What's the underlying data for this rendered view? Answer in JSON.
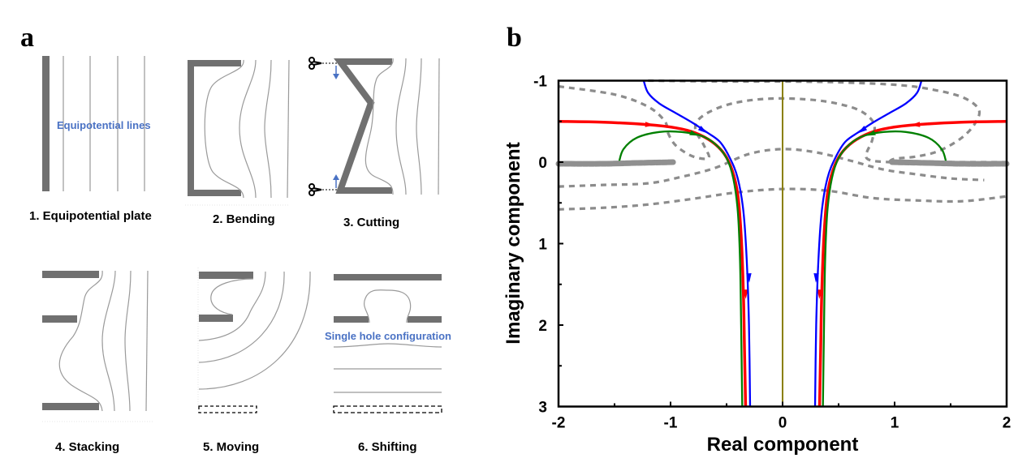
{
  "panel_a": {
    "letter": "a",
    "annotations": {
      "equipotential_lines": "Equipotential lines",
      "single_hole": "Single hole configuration"
    },
    "steps": [
      {
        "label": "1.  Equipotential plate"
      },
      {
        "label": "2. Bending"
      },
      {
        "label": "3. Cutting"
      },
      {
        "label": "4. Stacking"
      },
      {
        "label": "5. Moving"
      },
      {
        "label": "6. Shifting"
      }
    ],
    "colors": {
      "plate": "#707070",
      "line": "#9a9a9a",
      "note": "#4a72c4"
    }
  },
  "panel_b": {
    "letter": "b"
  },
  "chart_data": {
    "type": "line",
    "title": "",
    "xlabel": "Real component",
    "ylabel": "Imaginary component",
    "xlim": [
      -2,
      2
    ],
    "ylim": [
      -1,
      3
    ],
    "y_inverted": true,
    "x_ticks": [
      "-2",
      "-1",
      "0",
      "1",
      "2"
    ],
    "y_ticks": [
      "-1",
      "0",
      "1",
      "2",
      "3"
    ],
    "x_tick_values": [
      -2,
      -1,
      0,
      1,
      2
    ],
    "y_tick_values": [
      -1,
      0,
      1,
      2,
      3
    ],
    "grid": false,
    "legend": "none",
    "series": [
      {
        "name": "red-trajectory",
        "color": "#ff0000",
        "style": "solid",
        "mirror": true,
        "points": [
          [
            -2,
            -0.5
          ],
          [
            -1.6,
            -0.49
          ],
          [
            -1.2,
            -0.46
          ],
          [
            -0.95,
            -0.42
          ],
          [
            -0.78,
            -0.36
          ],
          [
            -0.63,
            -0.25
          ],
          [
            -0.52,
            -0.1
          ],
          [
            -0.45,
            0.1
          ],
          [
            -0.4,
            0.4
          ],
          [
            -0.37,
            0.9
          ],
          [
            -0.35,
            1.6
          ],
          [
            -0.34,
            2.3
          ],
          [
            -0.33,
            3
          ]
        ],
        "arrows_at": [
          [
            -1.2,
            -0.46
          ],
          [
            -0.33,
            1.6
          ]
        ]
      },
      {
        "name": "blue-trajectory",
        "color": "#0000ff",
        "style": "solid",
        "mirror": true,
        "points": [
          [
            -1.24,
            -1
          ],
          [
            -1.2,
            -0.85
          ],
          [
            -1.1,
            -0.72
          ],
          [
            -0.95,
            -0.6
          ],
          [
            -0.8,
            -0.48
          ],
          [
            -0.68,
            -0.37
          ],
          [
            -0.56,
            -0.25
          ],
          [
            -0.47,
            -0.05
          ],
          [
            -0.4,
            0.2
          ],
          [
            -0.35,
            0.6
          ],
          [
            -0.32,
            1.2
          ],
          [
            -0.3,
            2
          ],
          [
            -0.29,
            3
          ]
        ],
        "arrows_at": [
          [
            -0.72,
            -0.4
          ],
          [
            -0.3,
            1.4
          ]
        ]
      },
      {
        "name": "green-trajectory",
        "color": "#008000",
        "style": "solid",
        "mirror": true,
        "points": [
          [
            -1.46,
            0
          ],
          [
            -1.42,
            -0.16
          ],
          [
            -1.3,
            -0.3
          ],
          [
            -1.1,
            -0.37
          ],
          [
            -0.9,
            -0.37
          ],
          [
            -0.72,
            -0.32
          ],
          [
            -0.6,
            -0.22
          ],
          [
            -0.5,
            -0.05
          ],
          [
            -0.44,
            0.2
          ],
          [
            -0.4,
            0.6
          ],
          [
            -0.38,
            1.2
          ],
          [
            -0.37,
            2
          ],
          [
            -0.36,
            3
          ]
        ],
        "arrows_at": [
          [
            -0.8,
            -0.35
          ]
        ]
      },
      {
        "name": "branch-cut",
        "color": "#909090",
        "style": "thick-dotted",
        "mirror": true,
        "points": [
          [
            -2,
            0.02
          ],
          [
            -1.6,
            0.02
          ],
          [
            -1.3,
            0.01
          ],
          [
            -0.97,
            0
          ]
        ]
      },
      {
        "name": "contour-1",
        "color": "#8c8c8c",
        "style": "dashed",
        "mirror": false,
        "points": [
          [
            -2,
            -0.93
          ],
          [
            -1.5,
            -0.83
          ],
          [
            -1.2,
            -0.68
          ],
          [
            -1.05,
            -0.5
          ],
          [
            -1.02,
            -0.35
          ],
          [
            -0.95,
            -0.2
          ],
          [
            -0.8,
            -0.07
          ],
          [
            -0.66,
            -0.05
          ],
          [
            -0.7,
            -0.2
          ],
          [
            -0.78,
            -0.42
          ],
          [
            -0.7,
            -0.58
          ],
          [
            -0.45,
            -0.72
          ],
          [
            -0.1,
            -0.78
          ],
          [
            0.3,
            -0.76
          ],
          [
            0.6,
            -0.68
          ],
          [
            0.75,
            -0.58
          ],
          [
            0.82,
            -0.45
          ],
          [
            0.8,
            -0.27
          ],
          [
            0.75,
            -0.05
          ],
          [
            0.95,
            0
          ],
          [
            1.2,
            0
          ],
          [
            1.5,
            0
          ],
          [
            2,
            0
          ]
        ]
      },
      {
        "name": "contour-2",
        "color": "#8c8c8c",
        "style": "dashed",
        "mirror": false,
        "points": [
          [
            -2,
            0.3
          ],
          [
            -1.6,
            0.28
          ],
          [
            -1.2,
            0.26
          ],
          [
            -0.9,
            0.18
          ],
          [
            -0.6,
            0.07
          ],
          [
            -0.3,
            -0.1
          ],
          [
            0,
            -0.16
          ],
          [
            0.3,
            -0.12
          ],
          [
            0.6,
            -0.02
          ],
          [
            0.9,
            0.09
          ],
          [
            1.2,
            0.15
          ],
          [
            1.5,
            0.2
          ],
          [
            1.8,
            0.22
          ]
        ]
      },
      {
        "name": "contour-3",
        "color": "#8c8c8c",
        "style": "dashed",
        "mirror": false,
        "points": [
          [
            -2,
            0.58
          ],
          [
            -1.6,
            0.56
          ],
          [
            -1.2,
            0.52
          ],
          [
            -0.8,
            0.45
          ],
          [
            -0.4,
            0.37
          ],
          [
            0,
            0.33
          ],
          [
            0.4,
            0.35
          ],
          [
            0.8,
            0.44
          ],
          [
            1.2,
            0.47
          ],
          [
            1.6,
            0.48
          ],
          [
            2,
            0.42
          ]
        ]
      },
      {
        "name": "contour-4",
        "color": "#8c8c8c",
        "style": "dashed",
        "mirror": false,
        "points": [
          [
            -1.2,
            -1
          ],
          [
            -0.5,
            -0.99
          ],
          [
            0,
            -0.99
          ],
          [
            0.5,
            -0.98
          ],
          [
            1.0,
            -0.95
          ],
          [
            1.3,
            -0.9
          ],
          [
            1.6,
            -0.8
          ],
          [
            1.75,
            -0.65
          ],
          [
            1.72,
            -0.48
          ],
          [
            1.6,
            -0.3
          ],
          [
            1.4,
            -0.14
          ],
          [
            1.2,
            -0.07
          ],
          [
            1.0,
            -0.04
          ],
          [
            0.95,
            0
          ]
        ]
      },
      {
        "name": "imaginary-axis",
        "color": "#8b8000",
        "style": "solid",
        "mirror": false,
        "points": [
          [
            0,
            -1
          ],
          [
            0,
            3
          ]
        ]
      }
    ]
  }
}
